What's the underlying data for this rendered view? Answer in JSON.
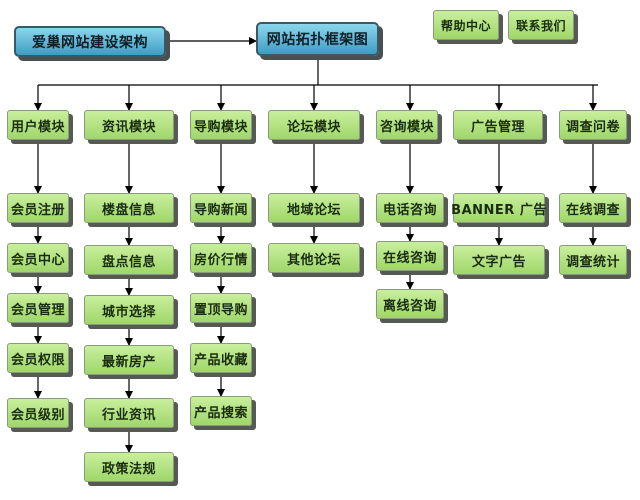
{
  "root_label": "爱巢网站建设架构",
  "main_label": "网站拓扑框架图",
  "top_links": [
    "帮助中心",
    "联系我们"
  ],
  "modules": [
    {
      "title": "用户模块",
      "items": [
        "会员注册",
        "会员中心",
        "会员管理",
        "会员权限",
        "会员级别"
      ]
    },
    {
      "title": "资讯模块",
      "items": [
        "楼盘信息",
        "盘点信息",
        "城市选择",
        "最新房产",
        "行业资讯",
        "政策法规"
      ]
    },
    {
      "title": "导购模块",
      "items": [
        "导购新闻",
        "房价行情",
        "置顶导购",
        "产品收藏",
        "产品搜索"
      ]
    },
    {
      "title": "论坛模块",
      "items": [
        "地域论坛",
        "其他论坛"
      ]
    },
    {
      "title": "咨询模块",
      "items": [
        "电话咨询",
        "在线咨询",
        "离线咨询"
      ]
    },
    {
      "title": "广告管理",
      "items": [
        "BANNER 广告",
        "文字广告"
      ]
    },
    {
      "title": "调查问卷",
      "items": [
        "在线调查",
        "调查统计"
      ]
    }
  ]
}
